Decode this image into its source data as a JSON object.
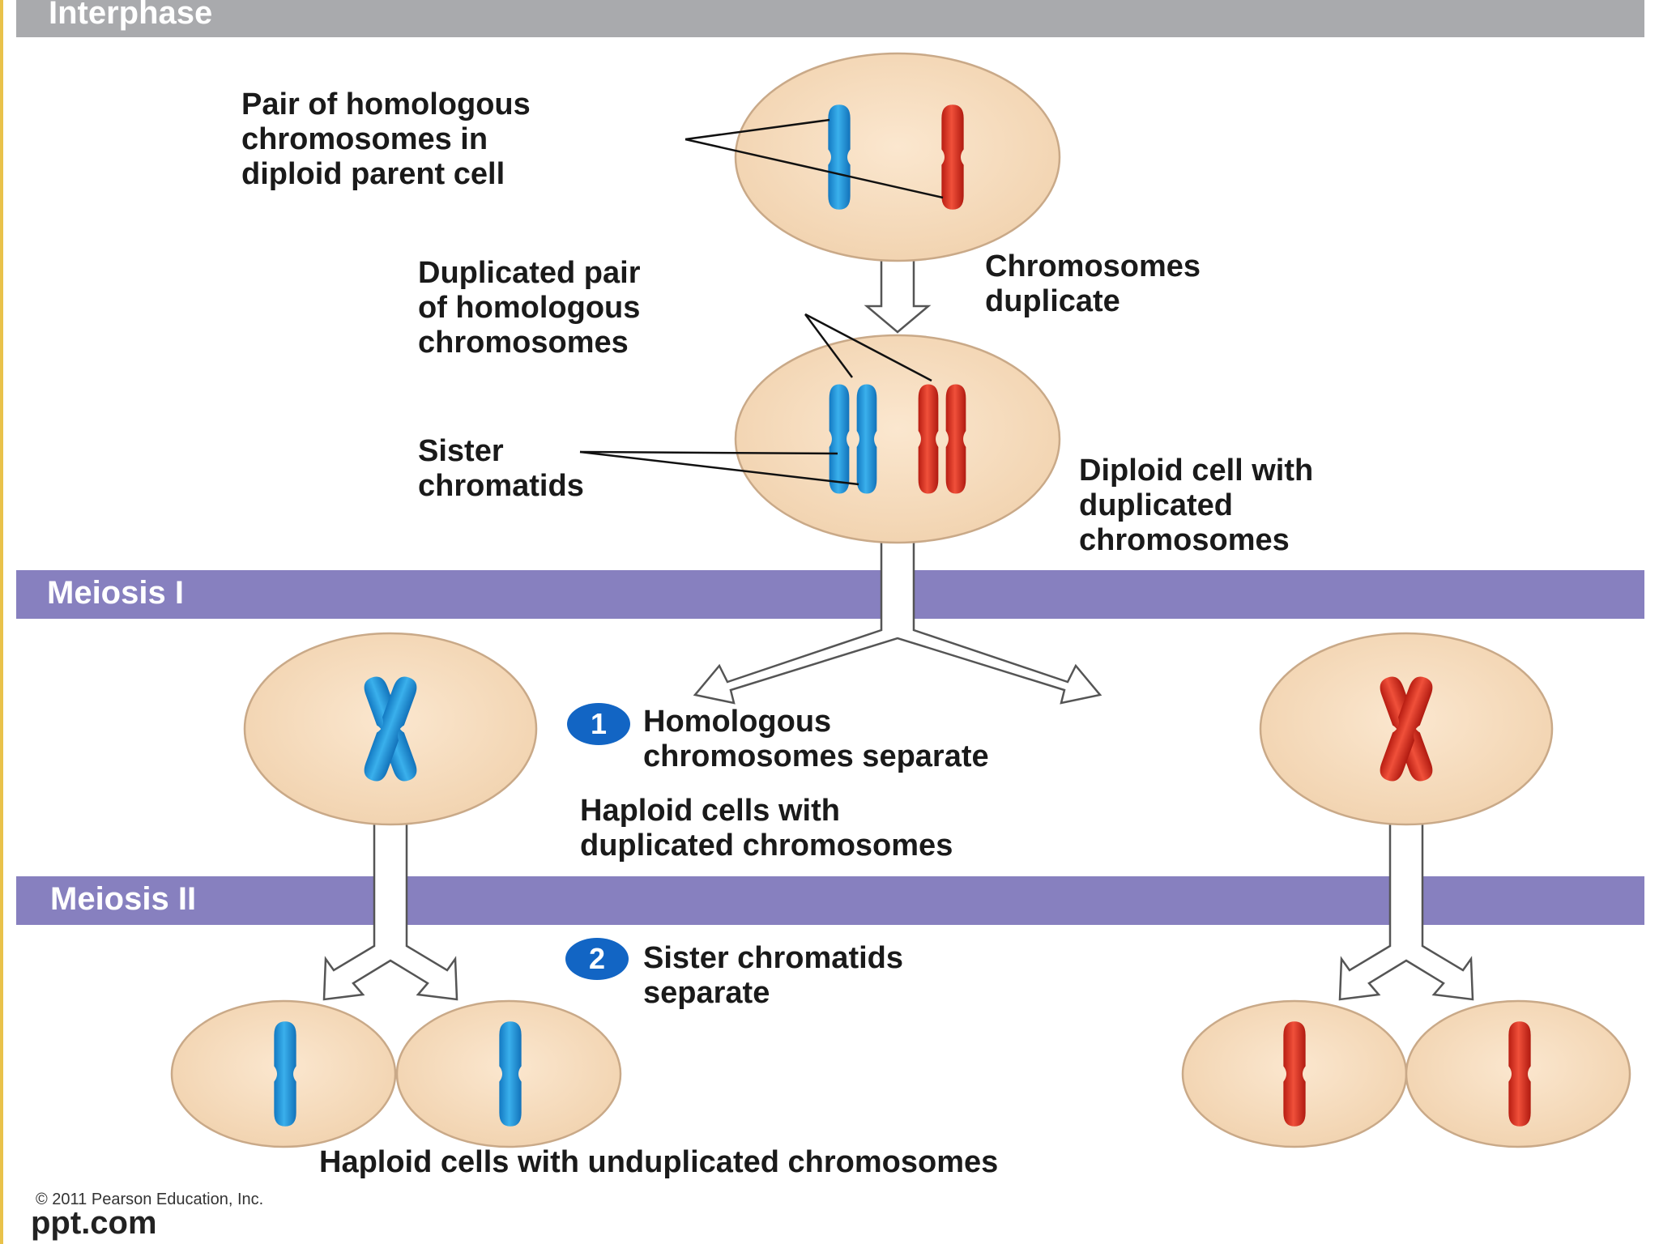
{
  "colors": {
    "interphase_band": "#a9aaad",
    "meiosis_band": "#8780bf",
    "cell_fill": "#f6dcbc",
    "cell_stroke": "#c9a988",
    "blue_chromosome": "#1e8fd6",
    "red_chromosome": "#e2301d",
    "step_badge": "#1265c4"
  },
  "bands": {
    "interphase": "Interphase",
    "meiosis_1": "Meiosis I",
    "meiosis_2": "Meiosis II"
  },
  "labels": {
    "homologous_pair": "Pair of homologous\nchromosomes in\ndiploid parent cell",
    "duplicated_pair": "Duplicated pair\nof homologous\nchromosomes",
    "chromosomes_duplicate": "Chromosomes\nduplicate",
    "sister_chromatids": "Sister\nchromatids",
    "diploid_duplicated": "Diploid cell with\nduplicated\nchromosomes",
    "homologous_separate": "Homologous\nchromosomes separate",
    "haploid_duplicated": "Haploid cells with\nduplicated chromosomes",
    "sister_separate": "Sister chromatids\nseparate",
    "haploid_unduplicated": "Haploid cells with unduplicated chromosomes"
  },
  "steps": {
    "step_1": "1",
    "step_2": "2"
  },
  "footer": {
    "copyright": "© 2011 Pearson Education, Inc.",
    "watermark": "ppt.com"
  }
}
